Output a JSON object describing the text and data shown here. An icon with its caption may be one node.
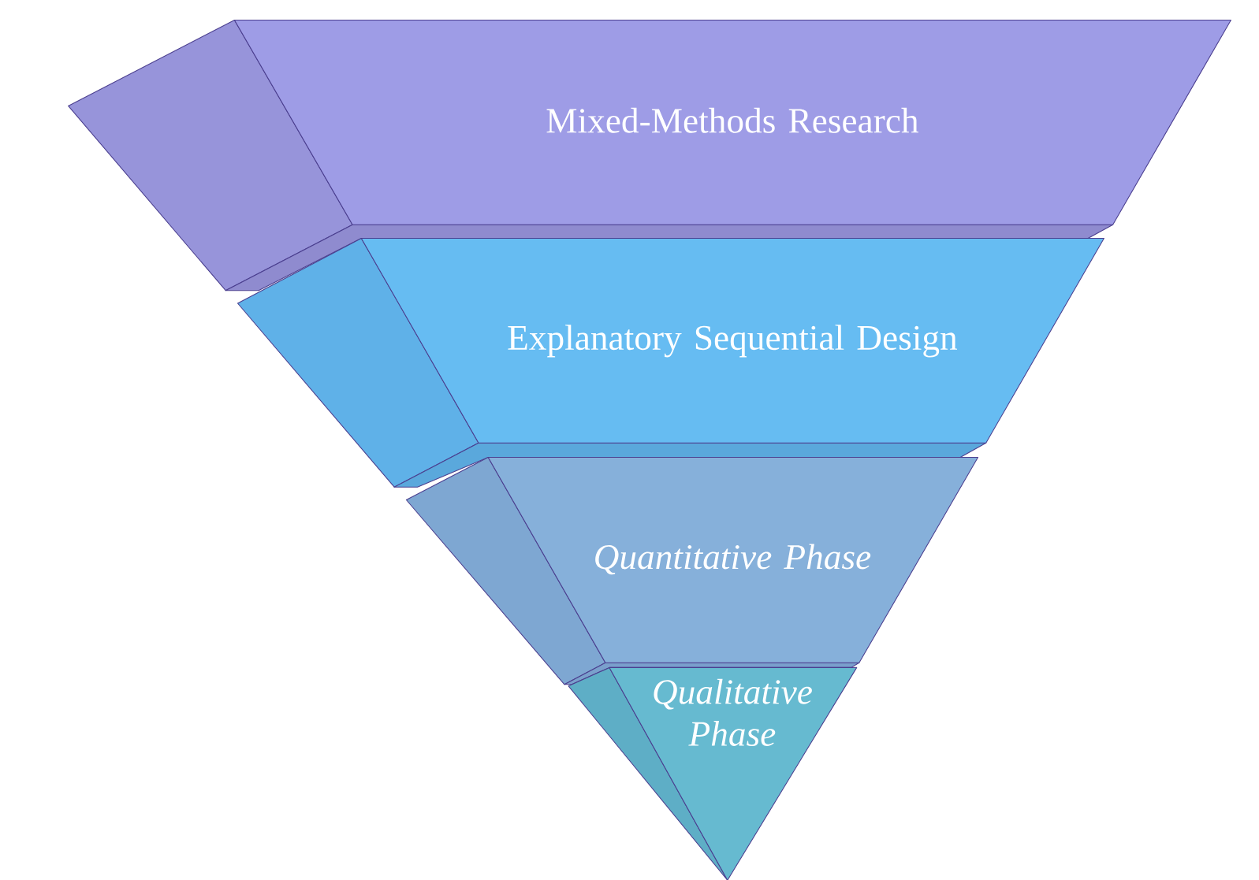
{
  "diagram": {
    "nodes": [
      {
        "text": [
          "Mixed-Methods Research"
        ]
      },
      {
        "text": [
          "Explanatory Sequential Design"
        ]
      },
      {
        "text": [
          "Quantitative Phase"
        ]
      },
      {
        "text": [
          "Qualitative Phase"
        ]
      }
    ]
  }
}
